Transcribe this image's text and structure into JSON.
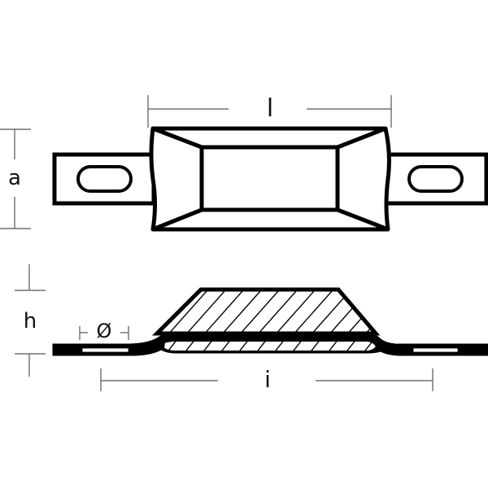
{
  "diagram": {
    "type": "technical-drawing",
    "subject": "bolt-on anode with slotted mounting tabs",
    "views": [
      "top-view",
      "side-section-view"
    ],
    "colors": {
      "outline": "#000000",
      "dimension_line": "#555555",
      "background": "#ffffff"
    }
  },
  "labels": {
    "length_top": "l",
    "width": "a",
    "height": "h",
    "hole_diameter": "Ø",
    "length_bottom": "i"
  }
}
